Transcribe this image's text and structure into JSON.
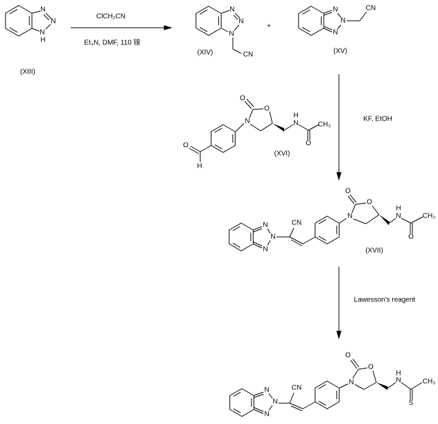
{
  "scheme": {
    "step1": {
      "reagent_above": "ClCH₂CN",
      "reagent_below": "Et₃N, DMF, 110 铵"
    },
    "plus": "+",
    "step2": {
      "reagent": "KF, EtOH"
    },
    "step3": {
      "reagent": "Lawesson's reagent"
    }
  },
  "compounds": {
    "xiii": {
      "label": "(XIII)",
      "atoms": [
        "N",
        "N",
        "N",
        "H"
      ]
    },
    "xiv": {
      "label": "(XIV)",
      "atoms": [
        "N",
        "N",
        "N",
        "CN"
      ]
    },
    "xv": {
      "label": "(XV)",
      "atoms": [
        "N",
        "N",
        "N",
        "CN"
      ]
    },
    "xvi": {
      "label": "(XVI)",
      "atoms": [
        "O",
        "H",
        "N",
        "O",
        "O",
        "N",
        "H",
        "CH₃",
        "O"
      ]
    },
    "xvii": {
      "label": "(XVII)",
      "atoms": [
        "N",
        "N",
        "N",
        "CN",
        "N",
        "O",
        "O",
        "N",
        "H",
        "CH₃",
        "O"
      ]
    },
    "product": {
      "atoms": [
        "N",
        "N",
        "N",
        "CN",
        "N",
        "O",
        "O",
        "N",
        "H",
        "CH₃",
        "S"
      ]
    }
  }
}
